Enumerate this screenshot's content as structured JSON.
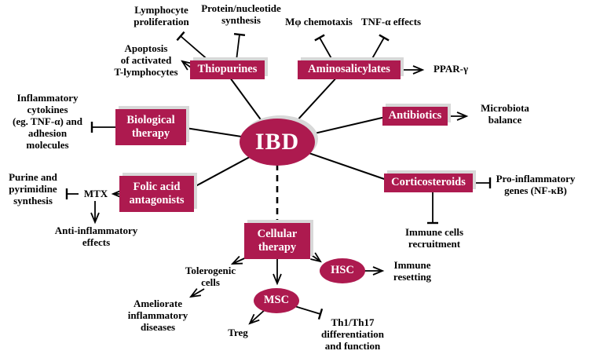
{
  "diagram": {
    "center_label": "IBD",
    "nodes": {
      "thiopurines": "Thiopurines",
      "aminosalicylates": "Aminosalicylates",
      "biological_therapy": "Biological\ntherapy",
      "antibiotics": "Antibiotics",
      "folic_acid_antagonists": "Folic acid\nantagonists",
      "corticosteroids": "Corticosteroids",
      "cellular_therapy": "Cellular\ntherapy",
      "hsc": "HSC",
      "msc": "MSC"
    },
    "labels": {
      "lymphocyte_proliferation": "Lymphocyte\nproliferation",
      "protein_nucleotide_synthesis": "Protein/nucleotide\nsynthesis",
      "m_phi_chemotaxis": "Mφ chemotaxis",
      "tnf_alpha_effects": "TNF-α effects",
      "apoptosis_t_lymphocytes": "Apoptosis\nof activated\nT-lymphocytes",
      "ppar_gamma": "PPAR-γ",
      "inflammatory_cytokines": "Inflammatory\ncytokines\n(eg. TNF-α) and\nadhesion\nmolecules",
      "microbiota_balance": "Microbiota\nbalance",
      "purine_pyrimidine_synthesis": "Purine and\npyrimidine\nsynthesis",
      "mtx": "MTX",
      "anti_inflammatory_effects": "Anti-inflammatory\neffects",
      "pro_inflammatory_genes": "Pro-inflammatory\ngenes (NF-κB)",
      "immune_cells_recruitment": "Immune cells\nrecruitment",
      "tolerogenic_cells": "Tolerogenic\ncells",
      "ameliorate_inflammatory_diseases": "Ameliorate\ninflammatory\ndiseases",
      "immune_resetting": "Immune\nresetting",
      "treg": "Treg",
      "th1_th17": "Th1/Th17\ndifferentiation\nand function"
    },
    "colors": {
      "node_fill": "#AD1A4F",
      "node_text": "#FFFFFF",
      "shadow": "#D8D8D8",
      "line": "#000000",
      "background": "#FFFFFF"
    }
  }
}
